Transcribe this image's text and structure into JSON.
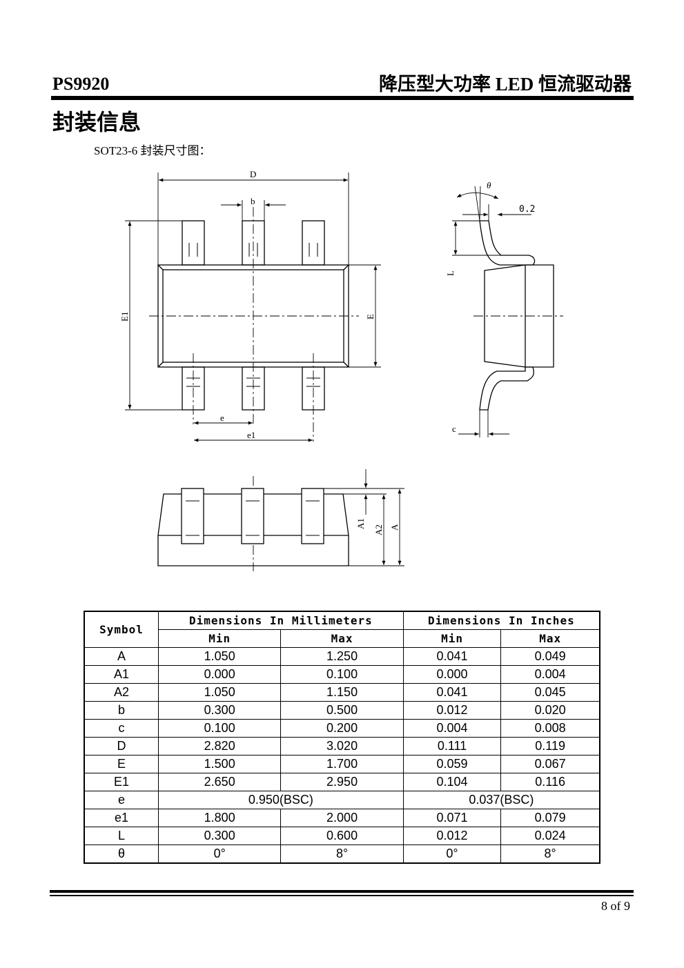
{
  "header": {
    "part_number": "PS9920",
    "product_title": "降压型大功率 LED 恒流驱动器"
  },
  "section": {
    "title": "封装信息",
    "caption": "SOT23-6 封装尺寸图："
  },
  "drawing_labels": {
    "D": "D",
    "b": "b",
    "E1": "E1",
    "E": "E",
    "e": "e",
    "e1": "e1",
    "theta": "θ",
    "lead_tol": "0.2",
    "L": "L",
    "c": "c",
    "A1": "A1",
    "A2": "A2",
    "A": "A"
  },
  "table": {
    "symbol_header": "Symbol",
    "mm_header": "Dimensions In Millimeters",
    "inch_header": "Dimensions In Inches",
    "min_label": "Min",
    "max_label": "Max",
    "rows": [
      {
        "symbol": "A",
        "mm_min": "1.050",
        "mm_max": "1.250",
        "in_min": "0.041",
        "in_max": "0.049"
      },
      {
        "symbol": "A1",
        "mm_min": "0.000",
        "mm_max": "0.100",
        "in_min": "0.000",
        "in_max": "0.004"
      },
      {
        "symbol": "A2",
        "mm_min": "1.050",
        "mm_max": "1.150",
        "in_min": "0.041",
        "in_max": "0.045"
      },
      {
        "symbol": "b",
        "mm_min": "0.300",
        "mm_max": "0.500",
        "in_min": "0.012",
        "in_max": "0.020"
      },
      {
        "symbol": "c",
        "mm_min": "0.100",
        "mm_max": "0.200",
        "in_min": "0.004",
        "in_max": "0.008"
      },
      {
        "symbol": "D",
        "mm_min": "2.820",
        "mm_max": "3.020",
        "in_min": "0.111",
        "in_max": "0.119"
      },
      {
        "symbol": "E",
        "mm_min": "1.500",
        "mm_max": "1.700",
        "in_min": "0.059",
        "in_max": "0.067"
      },
      {
        "symbol": "E1",
        "mm_min": "2.650",
        "mm_max": "2.950",
        "in_min": "0.104",
        "in_max": "0.116"
      },
      {
        "symbol": "e",
        "mm_bsc": "0.950(BSC)",
        "in_bsc": "0.037(BSC)"
      },
      {
        "symbol": "e1",
        "mm_min": "1.800",
        "mm_max": "2.000",
        "in_min": "0.071",
        "in_max": "0.079"
      },
      {
        "symbol": "L",
        "mm_min": "0.300",
        "mm_max": "0.600",
        "in_min": "0.012",
        "in_max": "0.024"
      },
      {
        "symbol": "θ",
        "mm_min": "0°",
        "mm_max": "8°",
        "in_min": "0°",
        "in_max": "8°"
      }
    ]
  },
  "footer": {
    "page": "8  of  9"
  }
}
